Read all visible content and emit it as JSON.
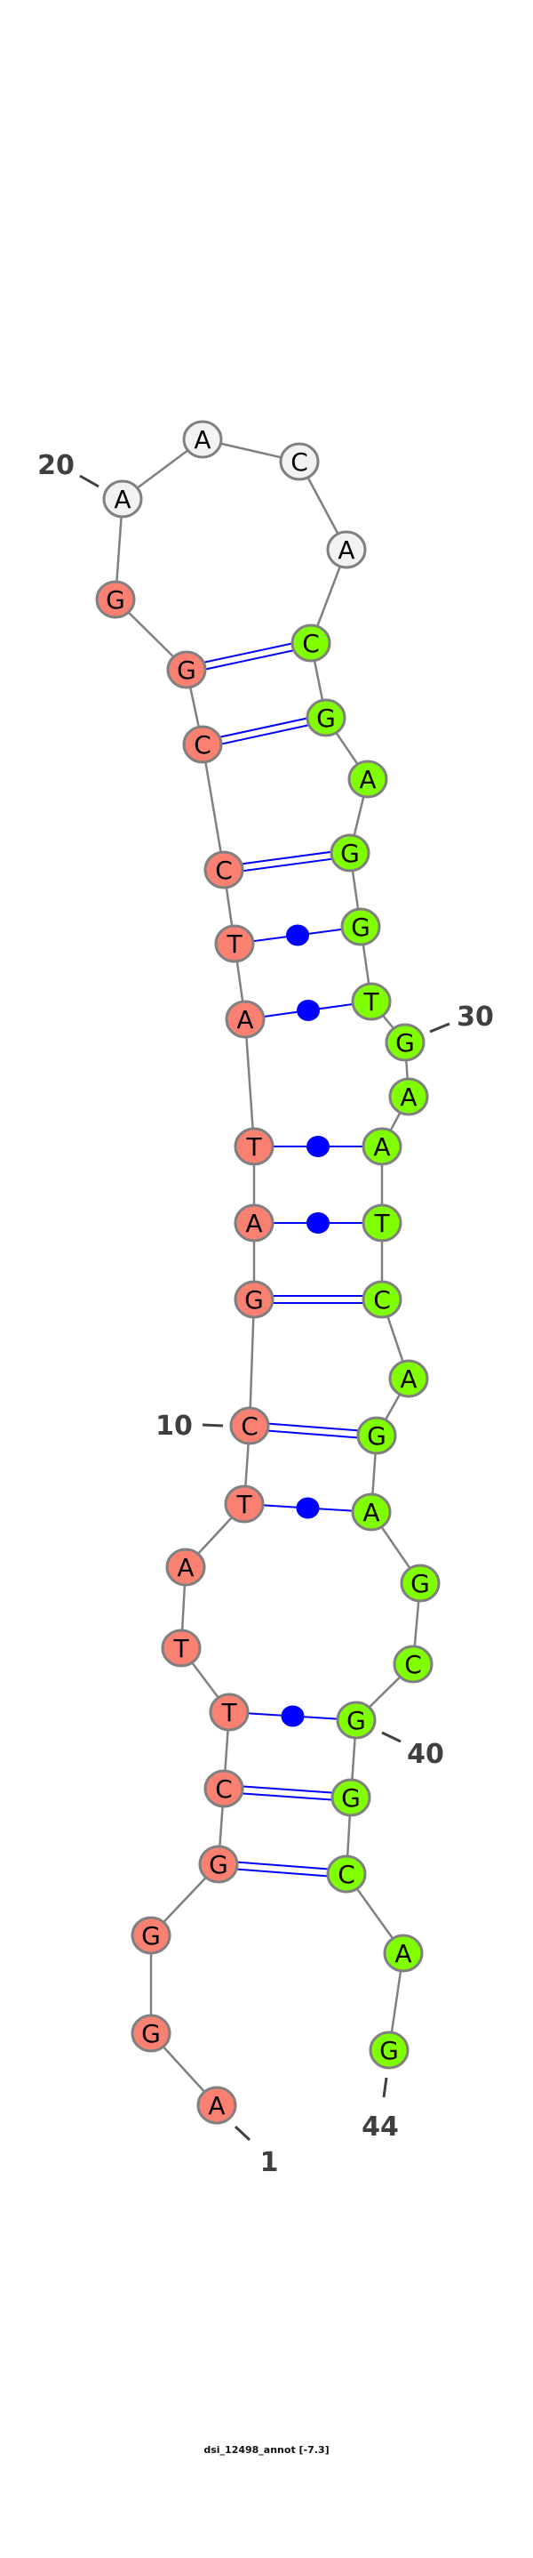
{
  "title": "dsi_12498_annot [-7.3]",
  "colors": {
    "strand_5p": "#fa8072",
    "loop": "#f2f2f2",
    "strand_3p": "#7fff00",
    "backbone": "#808080",
    "pair": "#0000ff",
    "label": "#404040"
  },
  "sequence": [
    "A",
    "G",
    "G",
    "G",
    "C",
    "T",
    "T",
    "A",
    "T",
    "C",
    "G",
    "A",
    "T",
    "A",
    "T",
    "C",
    "C",
    "G",
    "G",
    "A",
    "A",
    "C",
    "A",
    "C",
    "G",
    "A",
    "G",
    "G",
    "T",
    "G",
    "A",
    "A",
    "T",
    "C",
    "A",
    "G",
    "A",
    "G",
    "C",
    "G",
    "G",
    "C",
    "A",
    "G"
  ],
  "regions": [
    {
      "from": 1,
      "to": 19,
      "color": "strand_5p"
    },
    {
      "from": 20,
      "to": 23,
      "color": "loop"
    },
    {
      "from": 24,
      "to": 44,
      "color": "strand_3p"
    }
  ],
  "pairs": [
    {
      "i": 4,
      "j": 42,
      "type": "canonical"
    },
    {
      "i": 5,
      "j": 41,
      "type": "canonical"
    },
    {
      "i": 6,
      "j": 40,
      "type": "noncanonical"
    },
    {
      "i": 9,
      "j": 37,
      "type": "noncanonical"
    },
    {
      "i": 10,
      "j": 36,
      "type": "canonical"
    },
    {
      "i": 11,
      "j": 34,
      "type": "canonical"
    },
    {
      "i": 12,
      "j": 33,
      "type": "noncanonical"
    },
    {
      "i": 13,
      "j": 32,
      "type": "noncanonical"
    },
    {
      "i": 14,
      "j": 29,
      "type": "noncanonical"
    },
    {
      "i": 15,
      "j": 28,
      "type": "noncanonical"
    },
    {
      "i": 16,
      "j": 27,
      "type": "canonical"
    },
    {
      "i": 17,
      "j": 25,
      "type": "canonical"
    },
    {
      "i": 18,
      "j": 24,
      "type": "canonical"
    }
  ],
  "number_labels": [
    {
      "pos": 1,
      "text": "1"
    },
    {
      "pos": 10,
      "text": "10"
    },
    {
      "pos": 20,
      "text": "20"
    },
    {
      "pos": 30,
      "text": "30"
    },
    {
      "pos": 40,
      "text": "40"
    },
    {
      "pos": 44,
      "text": "44"
    }
  ]
}
